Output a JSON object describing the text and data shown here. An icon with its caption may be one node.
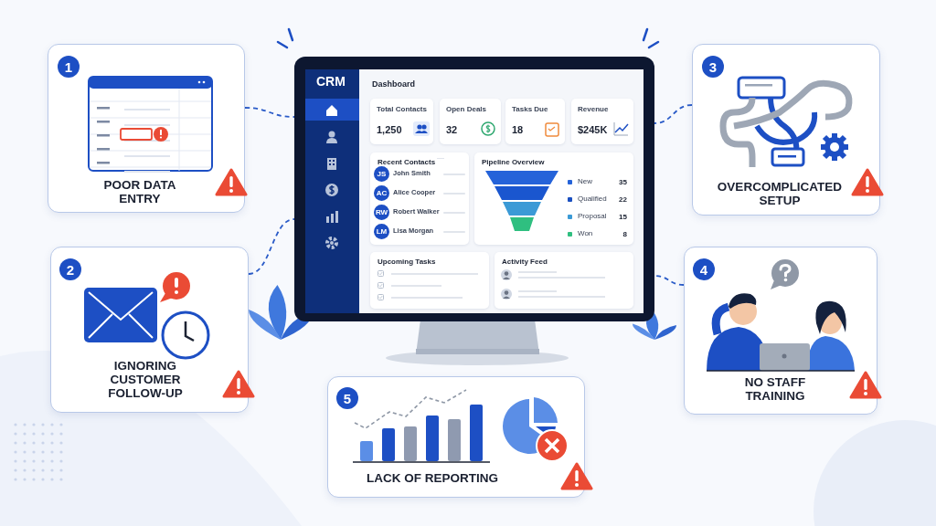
{
  "diagram": {
    "nodes": [
      {
        "text": [
          "POOR DATA ENTRY"
        ]
      },
      {
        "text": [
          "1"
        ],
        "in": 0
      },
      {
        "text": [
          "CRM",
          "Dashboard"
        ]
      },
      {
        "text": [
          "Total Contacts",
          "1,250"
        ],
        "in": 2
      },
      {
        "text": [
          "Open Deals",
          "32"
        ],
        "in": 2
      },
      {
        "text": [
          "Tasks Due",
          "18"
        ],
        "in": 2
      },
      {
        "text": [
          "Revenue",
          "$245K"
        ],
        "in": 2
      },
      {
        "text": [
          "Recent Contacts"
        ],
        "in": 2
      },
      {
        "text": [
          "JS"
        ],
        "in": 7,
        "beside": [
          "John Smith"
        ]
      },
      {
        "text": [
          "AC"
        ],
        "in": 7,
        "beside": [
          "Alice Cooper"
        ]
      },
      {
        "text": [
          "RW"
        ],
        "in": 7,
        "beside": [
          "Robert Walker"
        ]
      },
      {
        "text": [
          "LM"
        ],
        "in": 7,
        "beside": [
          "Lisa Morgan"
        ]
      },
      {
        "text": [
          "Pipeline Overview"
        ],
        "in": 2
      },
      {
        "text": [
          "Upcoming Tasks"
        ],
        "in": 2
      },
      {
        "text": [
          "Activity Feed"
        ],
        "in": 2
      },
      {
        "text": [
          "OVERCOMPLICATED SETUP"
        ]
      },
      {
        "text": [
          "3"
        ],
        "in": 15
      },
      {
        "text": [
          "IGNORING CUSTOMER FOLLOW-UP"
        ]
      },
      {
        "text": [
          "2"
        ],
        "in": 17
      },
      {
        "text": [
          "NO STAFF TRAINING"
        ]
      },
      {
        "text": [
          "4"
        ],
        "in": 19
      },
      {
        "text": [
          "LACK OF REPORTING"
        ]
      },
      {
        "text": [
          "5"
        ],
        "in": 21
      }
    ],
    "edges": [
      {
        "from": 0,
        "to": 2,
        "arrow": "none",
        "style": "dashed"
      },
      {
        "from": 17,
        "to": 2,
        "arrow": "none",
        "style": "dashed"
      },
      {
        "from": 15,
        "to": 2,
        "arrow": "none",
        "style": "dashed"
      },
      {
        "from": 19,
        "to": 2,
        "arrow": "none",
        "style": "dashed"
      }
    ],
    "labels": [
      "35",
      "22",
      "15",
      "8"
    ],
    "legend": [
      {
        "text": "New",
        "color": "#2563d9"
      },
      {
        "text": "Qualified",
        "color": "#1a4fc0"
      },
      {
        "text": "Proposal",
        "color": "#3b9ad6"
      },
      {
        "text": "Won",
        "color": "#2fbf80"
      }
    ]
  }
}
